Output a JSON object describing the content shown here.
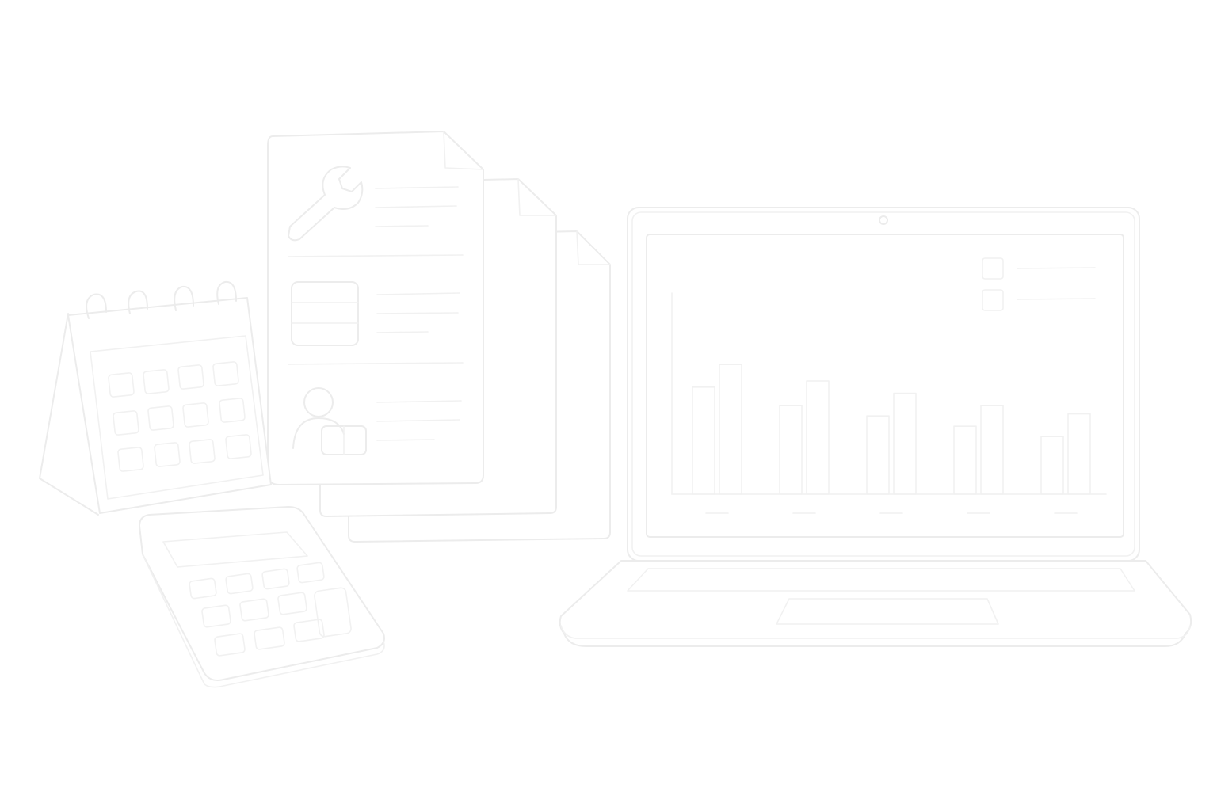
{
  "illustration": {
    "style": "faint line-art on white",
    "background_color": "#ffffff",
    "stroke_color": "#ececec",
    "objects": {
      "calendar": {
        "icon": "desk-calendar-icon"
      },
      "calculator": {
        "icon": "calculator-icon"
      },
      "documents": {
        "icon": "document-stack-icon",
        "sections": [
          "wrench-icon",
          "database-icon",
          "user-icon"
        ]
      },
      "laptop": {
        "icon": "laptop-icon",
        "screen_chart": {
          "icon": "bar-chart-icon",
          "groups": 5,
          "bars_per_group": 2,
          "relative_heights": [
            [
              0.52,
              0.63
            ],
            [
              0.43,
              0.55
            ],
            [
              0.38,
              0.49
            ],
            [
              0.33,
              0.43
            ],
            [
              0.28,
              0.39
            ]
          ],
          "legend_items": 2
        }
      }
    }
  }
}
